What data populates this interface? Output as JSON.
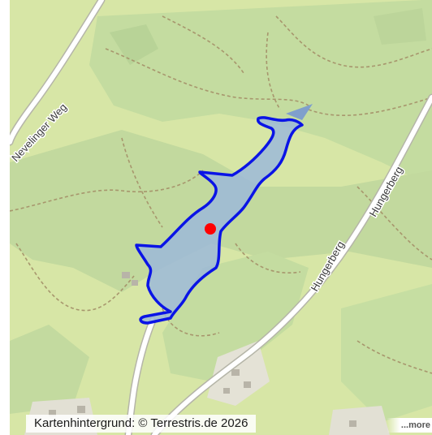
{
  "map": {
    "streets": [
      "Nevelinger Weg",
      "Hungerberg",
      "Hungerberg"
    ],
    "attribution": "Kartenhintergrund: © Terrestris.de 2026",
    "more_link": "...more",
    "marker_color": "#ff0000",
    "lake_fill": "#9cb8d8",
    "lake_outline": "#0a14e6"
  }
}
